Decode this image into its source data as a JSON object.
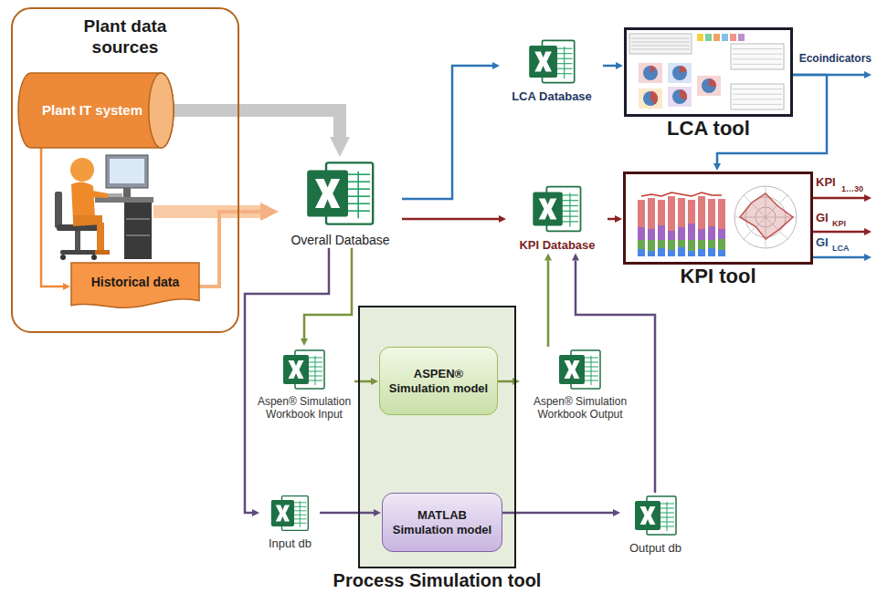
{
  "diagram": {
    "nodes": [
      {
        "text": [
          "Plant data sources"
        ]
      },
      {
        "text": [
          "Plant IT system"
        ],
        "in": 0
      },
      {
        "text": [
          "Historical data"
        ],
        "in": 0
      },
      {
        "text": [
          "Overall Database"
        ]
      },
      {
        "text": [
          "LCA Database"
        ]
      },
      {
        "text": [
          "LCA tool"
        ]
      },
      {
        "text": [
          "KPI Database"
        ]
      },
      {
        "text": [
          "KPI tool"
        ]
      },
      {
        "text": [
          "Process Simulation tool"
        ]
      },
      {
        "text": [
          "Aspen® Simulation Workbook Input"
        ]
      },
      {
        "text": [
          "ASPEN® Simulation model"
        ],
        "in": 8
      },
      {
        "text": [
          "Aspen® Simulation Workbook Output"
        ]
      },
      {
        "text": [
          "Input db"
        ]
      },
      {
        "text": [
          "MATLAB Simulation model"
        ],
        "in": 8
      },
      {
        "text": [
          "Output db"
        ]
      }
    ],
    "edges": [
      {
        "from": 1,
        "to": 3,
        "arrow": "to"
      },
      {
        "from": 1,
        "to": 2,
        "arrow": "to"
      },
      {
        "from": 2,
        "to": 3,
        "arrow": "to"
      },
      {
        "from": 3,
        "to": 4,
        "arrow": "to"
      },
      {
        "from": 4,
        "to": 5,
        "arrow": "to"
      },
      {
        "from": 5,
        "to": 7,
        "arrow": "to"
      },
      {
        "from": 3,
        "to": 6,
        "arrow": "to"
      },
      {
        "from": 6,
        "to": 7,
        "arrow": "to"
      },
      {
        "from": 3,
        "to": 9,
        "arrow": "to"
      },
      {
        "from": 9,
        "to": 10,
        "arrow": "to"
      },
      {
        "from": 10,
        "to": 11,
        "arrow": "to"
      },
      {
        "from": 11,
        "to": 6,
        "arrow": "to"
      },
      {
        "from": 3,
        "to": 12,
        "arrow": "to"
      },
      {
        "from": 12,
        "to": 13,
        "arrow": "to"
      },
      {
        "from": 13,
        "to": 14,
        "arrow": "to"
      },
      {
        "from": 14,
        "to": 6,
        "arrow": "to"
      }
    ],
    "labels": [
      "Ecoindicators",
      "KPI",
      "1…30",
      "GI",
      "KPI",
      "GI",
      "LCA"
    ]
  }
}
